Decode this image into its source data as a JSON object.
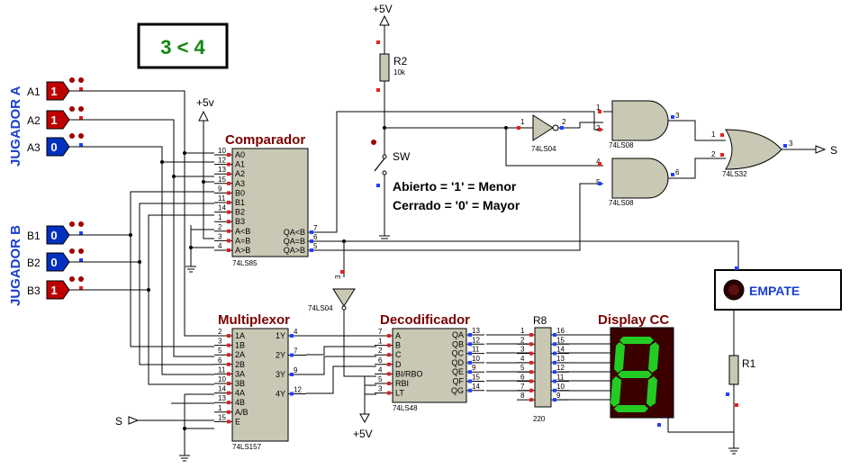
{
  "result_display": {
    "text": "3 < 4",
    "color": "#118811"
  },
  "groups": {
    "a": "JUGADOR A",
    "b": "JUGADOR B"
  },
  "inputs_a": [
    {
      "name": "A1",
      "value": "1"
    },
    {
      "name": "A2",
      "value": "1"
    },
    {
      "name": "A3",
      "value": "0"
    }
  ],
  "inputs_b": [
    {
      "name": "B1",
      "value": "0"
    },
    {
      "name": "B2",
      "value": "0"
    },
    {
      "name": "B3",
      "value": "1"
    }
  ],
  "input_colors": {
    "high": "#c00000",
    "low": "#0030c0"
  },
  "titles": {
    "comparador": "Comparador",
    "multiplexor": "Multiplexor",
    "decodificador": "Decodificador",
    "display": "Display CC"
  },
  "power": {
    "vcc": "+5V",
    "vcc_small": "+5v"
  },
  "resistor_r2": {
    "name": "R2",
    "value": "10k"
  },
  "resistor_r1": {
    "name": "R1"
  },
  "resistor_r8": {
    "name": "R8",
    "value": "220"
  },
  "switch": {
    "name": "SW"
  },
  "notes": [
    "Abierto = '1' = Menor",
    "Cerrado = '0' = Mayor"
  ],
  "empate": {
    "text": "EMPATE"
  },
  "output_s": "S",
  "chips": {
    "comparador": {
      "part": "74LS85",
      "left_pins": [
        {
          "num": "10",
          "name": "A0"
        },
        {
          "num": "12",
          "name": "A1"
        },
        {
          "num": "13",
          "name": "A2"
        },
        {
          "num": "15",
          "name": "A3"
        },
        {
          "num": "9",
          "name": "B0"
        },
        {
          "num": "11",
          "name": "B1"
        },
        {
          "num": "14",
          "name": "B2"
        },
        {
          "num": "1",
          "name": "B3"
        },
        {
          "num": "2",
          "name": "A<B"
        },
        {
          "num": "3",
          "name": "A=B"
        },
        {
          "num": "4",
          "name": "A>B"
        }
      ],
      "right_pins": [
        {
          "num": "7",
          "name": "QA<B"
        },
        {
          "num": "6",
          "name": "QA=B"
        },
        {
          "num": "5",
          "name": "QA>B"
        }
      ]
    },
    "multiplexor": {
      "part": "74LS157",
      "left_pins": [
        {
          "num": "2",
          "name": "1A"
        },
        {
          "num": "3",
          "name": "1B"
        },
        {
          "num": "5",
          "name": "2A"
        },
        {
          "num": "6",
          "name": "2B"
        },
        {
          "num": "11",
          "name": "3A"
        },
        {
          "num": "10",
          "name": "3B"
        },
        {
          "num": "14",
          "name": "4A"
        },
        {
          "num": "13",
          "name": "4B"
        },
        {
          "num": "1",
          "name": "A/B"
        },
        {
          "num": "15",
          "name": "E"
        }
      ],
      "right_pins": [
        {
          "num": "4",
          "name": "1Y"
        },
        {
          "num": "7",
          "name": "2Y"
        },
        {
          "num": "9",
          "name": "3Y"
        },
        {
          "num": "12",
          "name": "4Y"
        }
      ]
    },
    "decodificador": {
      "part": "74LS48",
      "left_pins": [
        {
          "num": "7",
          "name": "A"
        },
        {
          "num": "1",
          "name": "B"
        },
        {
          "num": "2",
          "name": "C"
        },
        {
          "num": "6",
          "name": "D"
        },
        {
          "num": "4",
          "name": "BI/RBO"
        },
        {
          "num": "5",
          "name": "RBI"
        },
        {
          "num": "3",
          "name": "LT"
        }
      ],
      "right_pins": [
        {
          "num": "13",
          "name": "QA"
        },
        {
          "num": "12",
          "name": "QB"
        },
        {
          "num": "11",
          "name": "QC"
        },
        {
          "num": "10",
          "name": "QD"
        },
        {
          "num": "9",
          "name": "QE"
        },
        {
          "num": "15",
          "name": "QF"
        },
        {
          "num": "14",
          "name": "QG"
        }
      ]
    },
    "r8": {
      "left_pins": [
        "1",
        "2",
        "3",
        "4",
        "5",
        "6",
        "7",
        "8"
      ],
      "right_pins": [
        "16",
        "15",
        "14",
        "13",
        "12",
        "11",
        "10",
        "9"
      ]
    },
    "inverter_top": {
      "part": "74LS04",
      "in": "1",
      "out": "2"
    },
    "inverter_mid": {
      "part": "74LS04",
      "in": "3"
    },
    "and_top": {
      "part": "74LS08",
      "in1": "1",
      "in2": "2",
      "out": "3"
    },
    "and_bottom": {
      "part": "74LS08",
      "in1": "4",
      "in2": "5",
      "out": "6"
    },
    "or_gate": {
      "part": "74LS32",
      "in1": "1",
      "in2": "2",
      "out": "3"
    }
  },
  "display_digit": "8",
  "display_color": "#22cc22"
}
